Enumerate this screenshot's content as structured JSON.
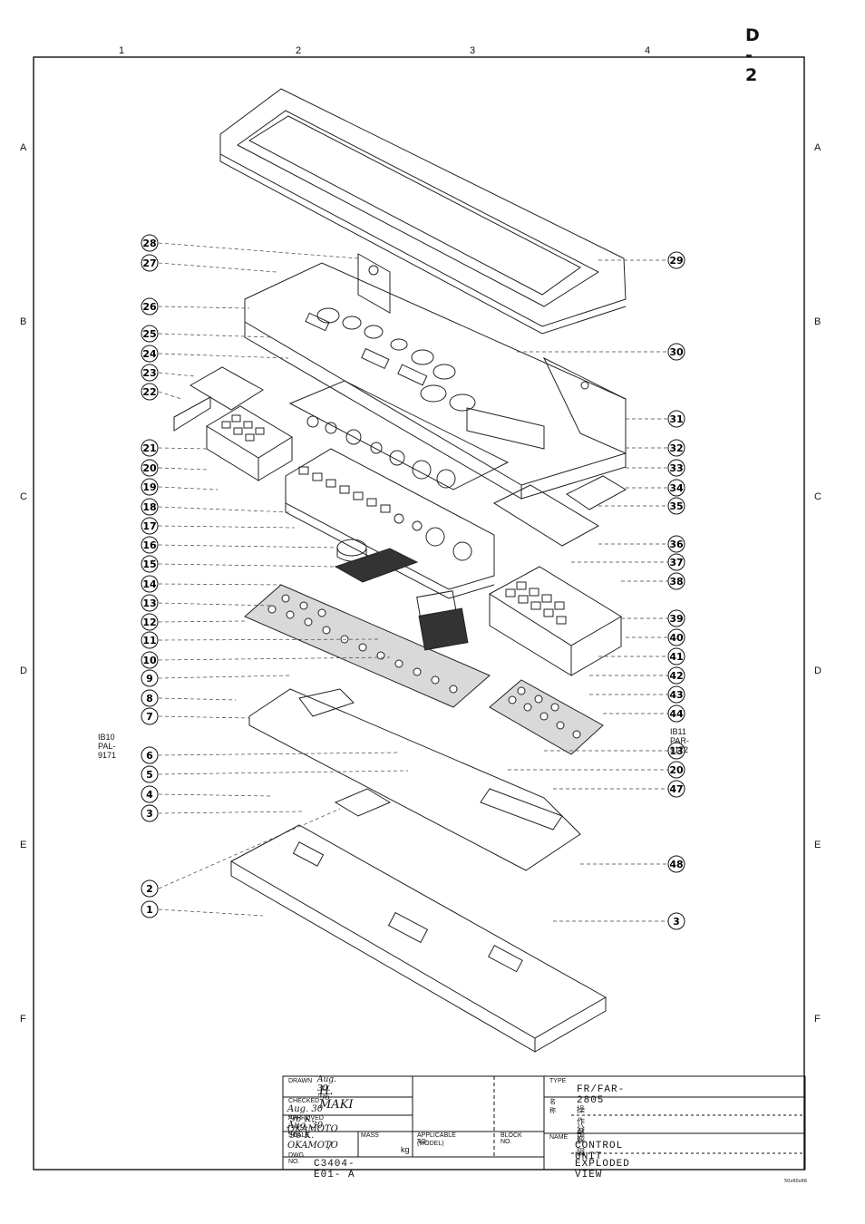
{
  "page_id": "D - 2",
  "grid": {
    "columns": [
      "1",
      "2",
      "3",
      "4"
    ],
    "rows": [
      "A",
      "B",
      "C",
      "D",
      "E",
      "F"
    ]
  },
  "callouts_left": [
    "28",
    "27",
    "26",
    "25",
    "24",
    "23",
    "22",
    "21",
    "20",
    "19",
    "18",
    "17",
    "16",
    "15",
    "14",
    "13",
    "12",
    "11",
    "10",
    "9",
    "8",
    "7",
    "6",
    "5",
    "4",
    "3",
    "2",
    "1"
  ],
  "callouts_right": [
    "29",
    "30",
    "31",
    "32",
    "33",
    "34",
    "35",
    "36",
    "37",
    "38",
    "39",
    "40",
    "41",
    "42",
    "43",
    "44",
    "13",
    "20",
    "47",
    "48",
    "3"
  ],
  "boards": {
    "left": "IB10 PAL-9171",
    "right": "IB11 PAR-9172"
  },
  "title_block": {
    "drawn_label": "DRAWN",
    "drawn_date": "Aug. 30. '96",
    "drawn_name": "H. MAKI",
    "checked_label": "CHECKED",
    "checked_value": "Aug. 30 '96  K. OKAMOTO",
    "approved_label": "APPROVED",
    "approved_value": "Aug. 30 '96  K. OKAMOTO",
    "scale_label": "SCALE",
    "scale_value": "/",
    "mass_label": "MASS",
    "mass_unit": "kg",
    "applicable_label": "APPLICABLE TO:",
    "model_label": "(MODEL)",
    "block_label": "BLOCK NO.",
    "dwg_label": "DWG NO.",
    "dwg_no": "C3404-E01- A",
    "type_label": "TYPE",
    "type_value": "FR/FAR-2805",
    "name_jp_label": "名称",
    "name_jp_1": "操作部",
    "name_jp_2": "分解図",
    "name_label": "NAME",
    "name_line1": "CONTROL UNIT",
    "name_line2": "EXPLODED VIEW"
  },
  "footer_code": "50x60x66"
}
